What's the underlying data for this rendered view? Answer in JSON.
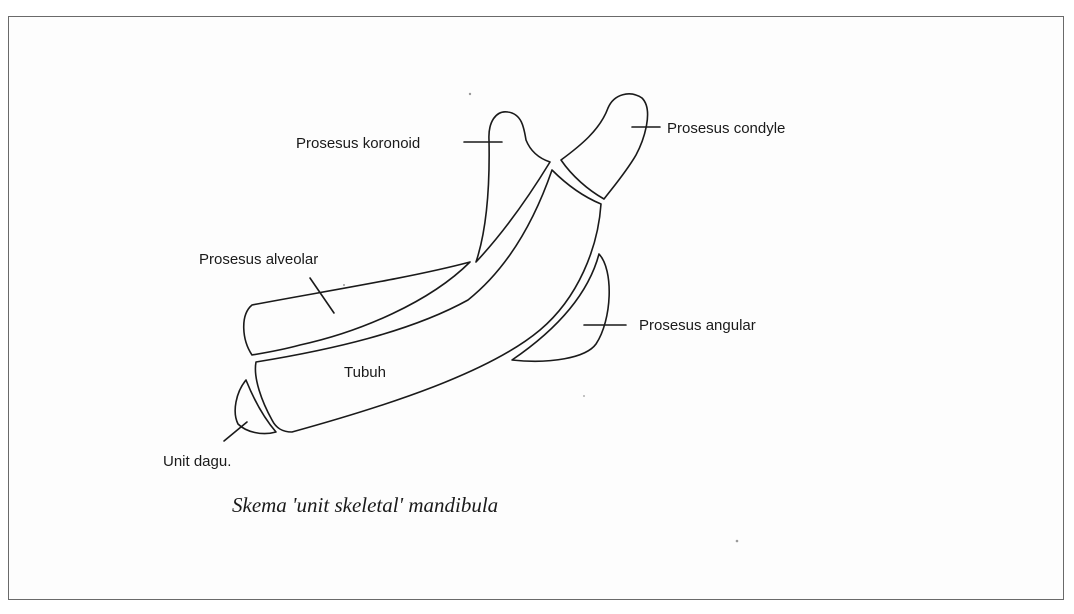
{
  "diagram": {
    "labels": {
      "coronoid": "Prosesus koronoid",
      "condyle": "Prosesus condyle",
      "alveolar": "Prosesus alveolar",
      "angular": "Prosesus angular",
      "body": "Tubuh",
      "chin": "Unit dagu."
    },
    "caption": "Skema 'unit skeletal' mandibula"
  }
}
